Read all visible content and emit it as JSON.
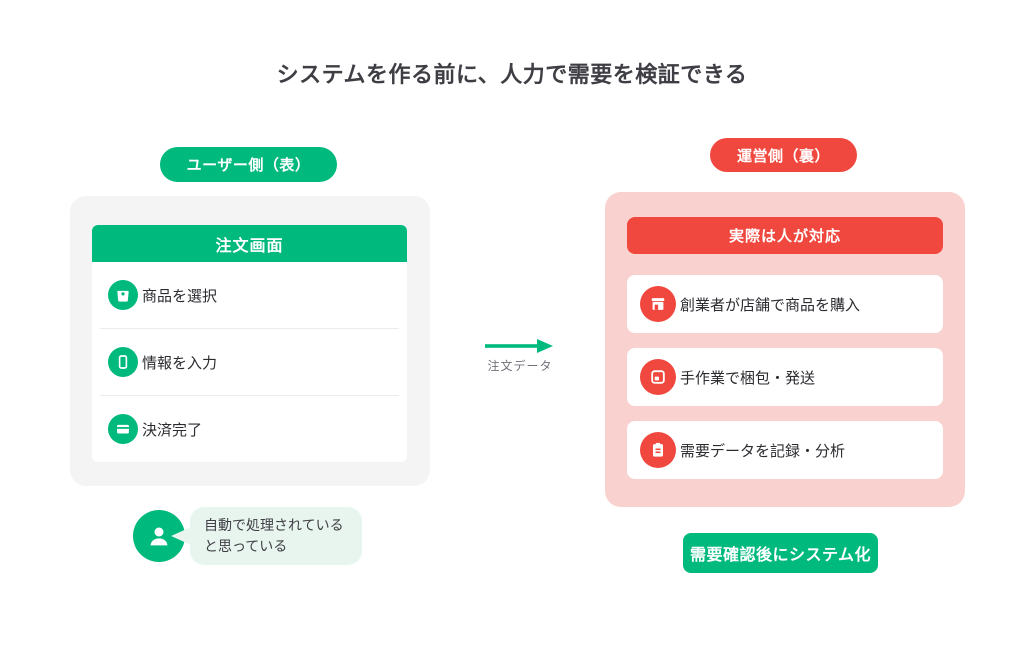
{
  "title": "システムを作る前に、人力で需要を検証できる",
  "colors": {
    "green": "#00b97d",
    "green_light": "#e8f5ee",
    "red": "#f0483e",
    "red_light": "#f9d2d0",
    "panel_gray": "#f4f4f5"
  },
  "user_side": {
    "badge": "ユーザー側（表）",
    "panel_title": "注文画面",
    "items": [
      {
        "icon": "shopping-bag-icon",
        "label": "商品を選択"
      },
      {
        "icon": "smartphone-icon",
        "label": "情報を入力"
      },
      {
        "icon": "credit-card-icon",
        "label": "決済完了"
      }
    ],
    "thought": {
      "icon": "person-icon",
      "line1": "自動で処理されている",
      "line2": "と思っている"
    }
  },
  "flow": {
    "arrow_label": "注文データ"
  },
  "ops_side": {
    "badge": "運営側（裏）",
    "panel_title": "実際は人が対応",
    "items": [
      {
        "icon": "storefront-icon",
        "label": "創業者が店舗で商品を購入"
      },
      {
        "icon": "package-icon",
        "label": "手作業で梱包・発送"
      },
      {
        "icon": "clipboard-icon",
        "label": "需要データを記録・分析"
      }
    ],
    "button": "需要確認後にシステム化"
  }
}
